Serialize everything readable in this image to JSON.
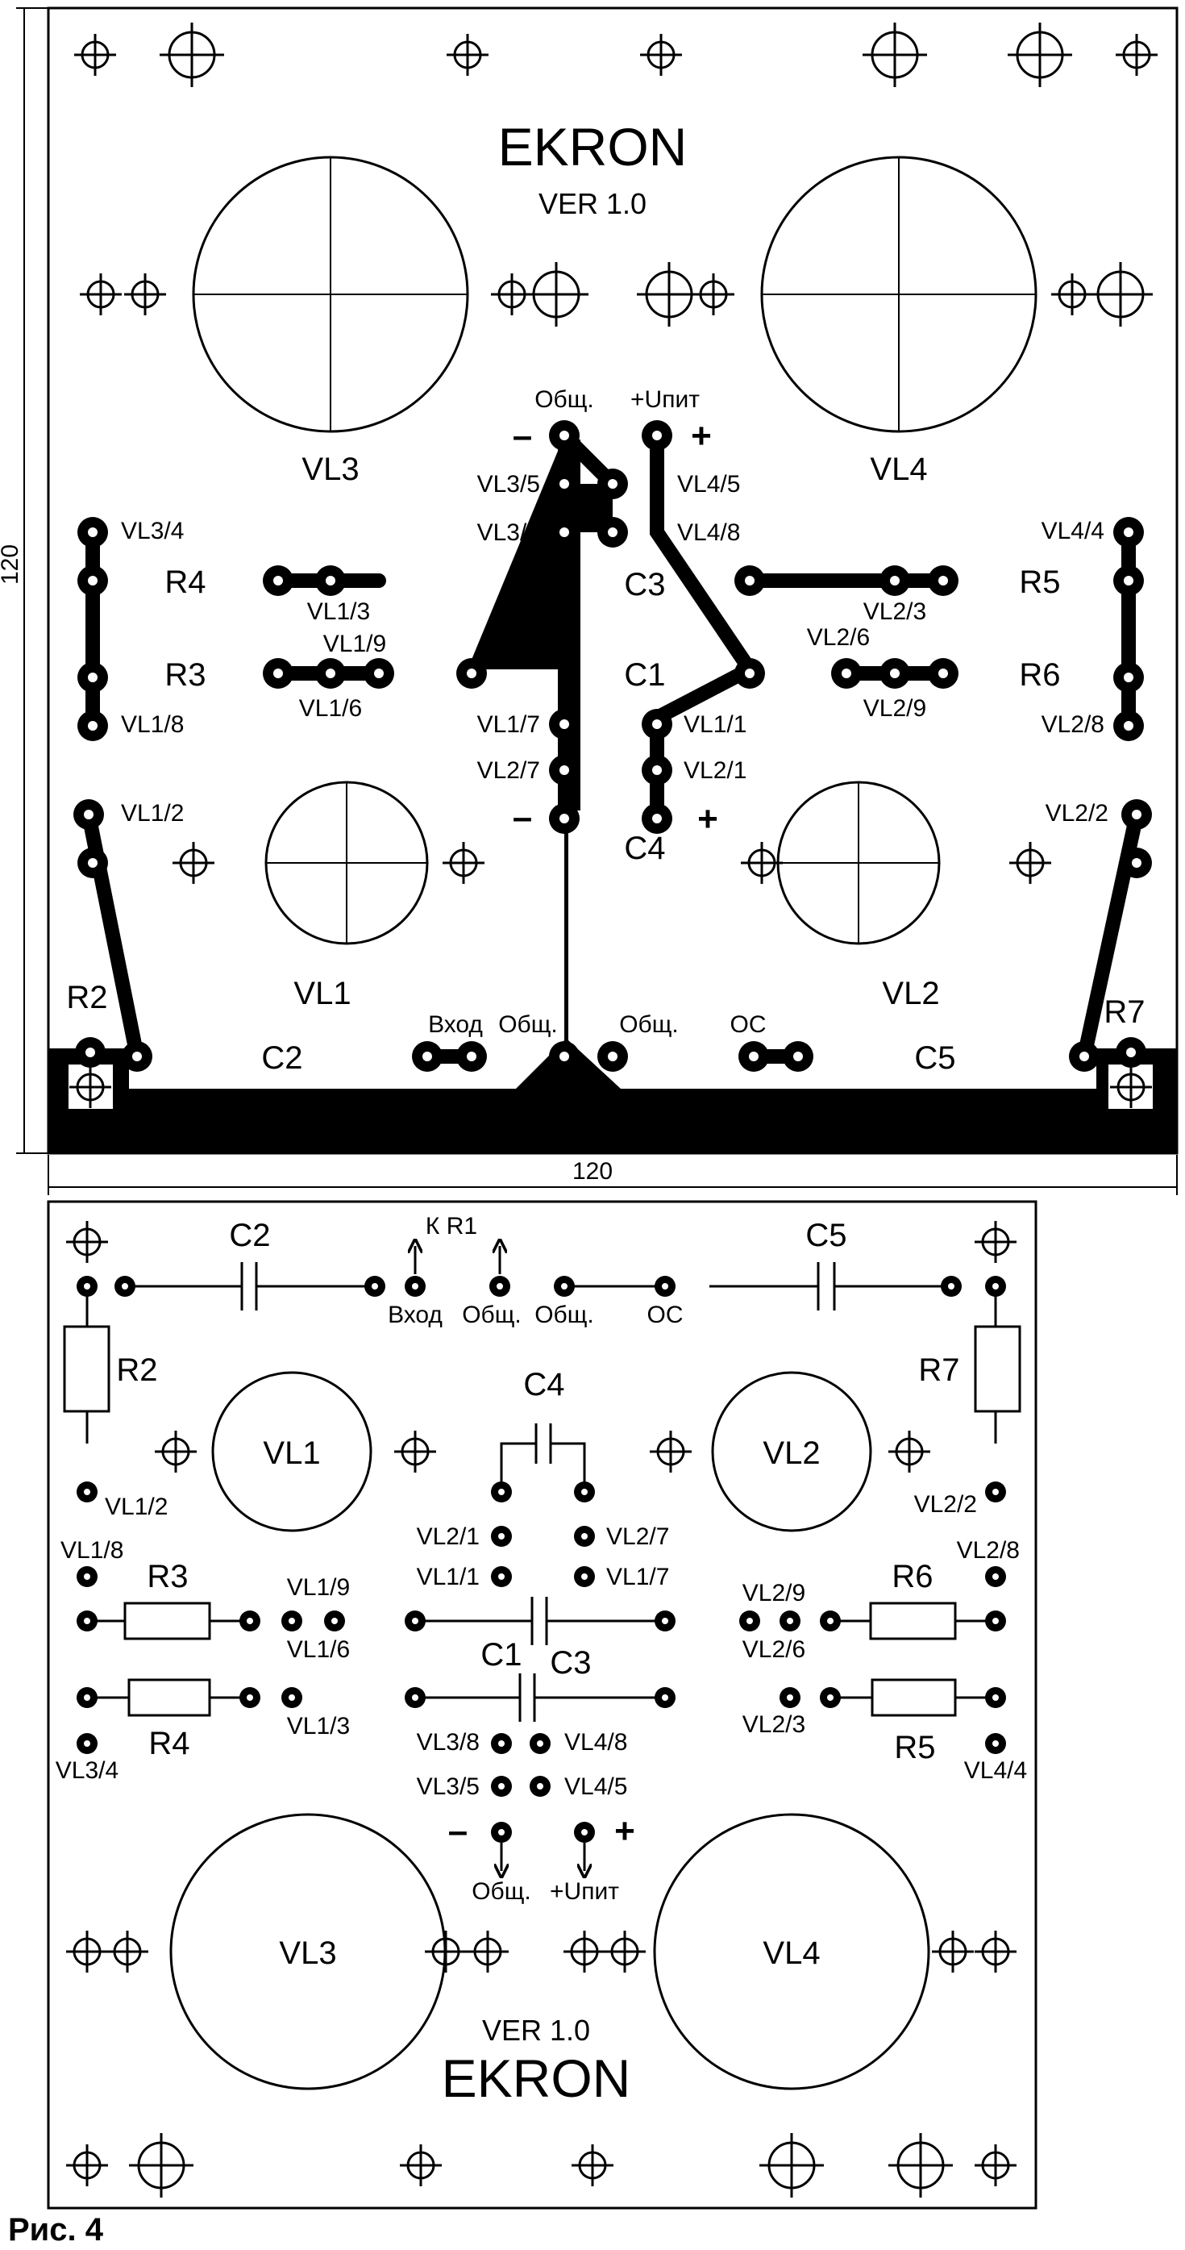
{
  "figure_caption": "Рис. 4",
  "dimensions": {
    "height": "120",
    "width": "120"
  },
  "pcb_top": {
    "brand": "EKRON",
    "version": "VER 1.0",
    "tubes": [
      "VL3",
      "VL4",
      "VL1",
      "VL2"
    ],
    "resistors": [
      "R4",
      "R3",
      "R5",
      "R6",
      "R2",
      "R7"
    ],
    "capacitors": [
      "C3",
      "C1",
      "C4",
      "C2",
      "C5"
    ],
    "pads": {
      "obsh": "Общ.",
      "upit": "+Uпит",
      "vl3_5": "VL3/5",
      "vl3_8": "VL3/8",
      "vl4_5": "VL4/5",
      "vl4_8": "VL4/8",
      "vl3_4": "VL3/4",
      "vl1_8": "VL1/8",
      "vl4_4": "VL4/4",
      "vl2_8": "VL2/8",
      "vl1_3": "VL1/3",
      "vl1_9": "VL1/9",
      "vl1_6": "VL1/6",
      "vl2_3": "VL2/3",
      "vl2_6": "VL2/6",
      "vl2_9": "VL2/9",
      "vl1_7": "VL1/7",
      "vl2_7": "VL2/7",
      "vl1_1": "VL1/1",
      "vl2_1": "VL2/1",
      "vl1_2": "VL1/2",
      "vl2_2": "VL2/2",
      "vhod": "Вход",
      "obsh_left": "Общ.",
      "obsh_right": "Общ.",
      "oc": "ОС"
    },
    "minus": "–",
    "plus": "+"
  },
  "pcb_bottom": {
    "brand": "EKRON",
    "version": "VER 1.0",
    "tubes": [
      "VL1",
      "VL2",
      "VL3",
      "VL4"
    ],
    "resistors": [
      "R2",
      "R7",
      "R3",
      "R6",
      "R4",
      "R5"
    ],
    "capacitors": [
      "C2",
      "C5",
      "C4",
      "C1",
      "C3"
    ],
    "kr1": "К R1",
    "pads": {
      "vhod": "Вход",
      "obsh1": "Общ.",
      "obsh2": "Общ.",
      "oc": "ОС",
      "vl1_2": "VL1/2",
      "vl2_2": "VL2/2",
      "vl1_8": "VL1/8",
      "vl2_8": "VL2/8",
      "vl1_9": "VL1/9",
      "vl1_6": "VL1/6",
      "vl2_9": "VL2/9",
      "vl2_6": "VL2/6",
      "vl1_3": "VL1/3",
      "vl2_3": "VL2/3",
      "vl3_4": "VL3/4",
      "vl4_4": "VL4/4",
      "vl2_1": "VL2/1",
      "vl2_7": "VL2/7",
      "vl1_1": "VL1/1",
      "vl1_7": "VL1/7",
      "vl3_8": "VL3/8",
      "vl4_8": "VL4/8",
      "vl3_5": "VL3/5",
      "vl4_5": "VL4/5",
      "obsh_bottom": "Общ.",
      "upit": "+Uпит"
    },
    "minus": "–",
    "plus": "+"
  }
}
